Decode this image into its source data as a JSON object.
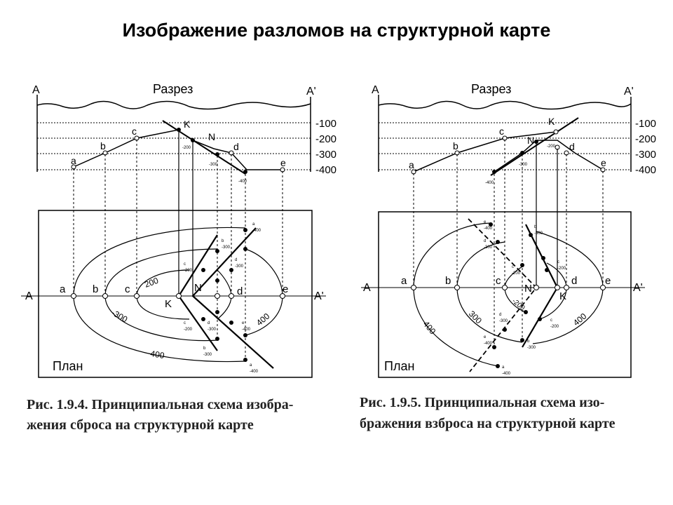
{
  "title": "Изображение разломов на структурной карте",
  "section_label": "Разрез",
  "plan_label": "План",
  "axis_left": "A",
  "axis_right": "A'",
  "depths": [
    "-100",
    "-200",
    "-300",
    "-400"
  ],
  "points": {
    "a": "a",
    "b": "b",
    "c": "c",
    "d": "d",
    "e": "e",
    "K": "K",
    "N": "N"
  },
  "iso_marks": {
    "m200": "-200",
    "m300": "-300",
    "m400": "-400"
  },
  "contour_labels": {
    "c200": "-200",
    "c300": "-300",
    "c400": "-400",
    "r200": "200",
    "r300": "300",
    "r400": "400",
    "d400": "400"
  },
  "frac_labels": {
    "a400": [
      "a",
      "-400"
    ],
    "b300": [
      "b",
      "-300"
    ],
    "c200": [
      "c",
      "-200"
    ],
    "d300": [
      "d",
      "-300"
    ],
    "e400": [
      "e",
      "-400"
    ]
  },
  "captions": {
    "left_line1": "Рис. 1.9.4. Принципиальная схема изобра-",
    "left_line2": "жения сброса на структурной карте",
    "right_line1": "Рис. 1.9.5. Принципиальная схема изо-",
    "right_line2": "бражения взброса на структурной карте"
  },
  "colors": {
    "ink": "#000000",
    "background": "#ffffff"
  }
}
